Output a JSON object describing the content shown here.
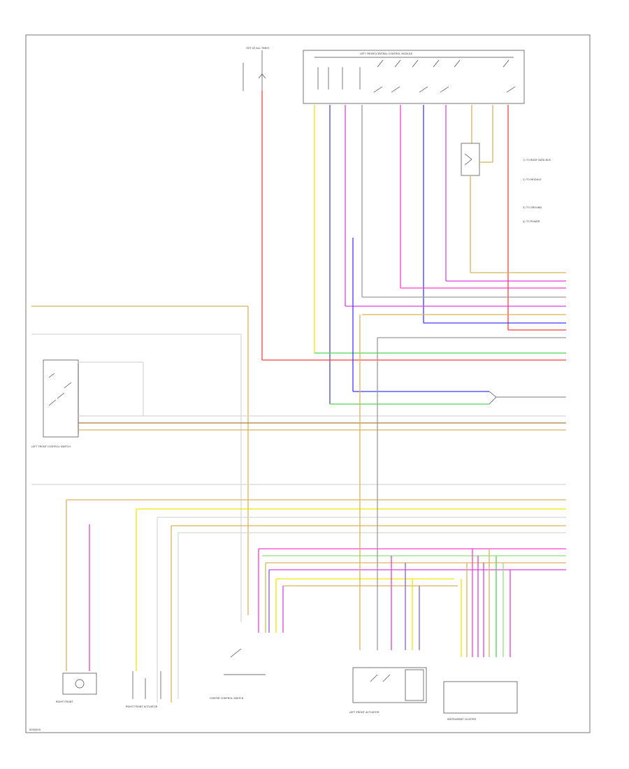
{
  "diagram": {
    "colors": {
      "yellow": "#f2e600",
      "orange_tan": "#d9b35a",
      "red": "#ff3b3b",
      "pink": "#ff3bd4",
      "magenta": "#e03ee0",
      "blue": "#3b3bff",
      "navy": "#4a4ad8",
      "green": "#4cd64c",
      "lightgreen": "#8ee07a",
      "purple": "#8a5cd6",
      "gray": "#9a9a9a",
      "black": "#444444",
      "white": "#d8d8d8",
      "brown": "#a67c3c"
    },
    "components": {
      "main_module": "LEFT FRONT/CENTRAL CONTROL MODULE",
      "top_fuse_label": "HOT AT ALL TIMES",
      "left_switch": "LEFT FRONT CONTROL SWITCH",
      "right_lamp": "RIGHT FRONT",
      "right_actuator": "RIGHT FRONT ACTUATOR",
      "center_switch": "CENTER CONTROL SWITCH",
      "center_actuator": "LEFT FRONT ACTUATOR",
      "right_module": "INSTRUMENT CLUSTER",
      "bottom_left_note": "0000000"
    },
    "legend": [
      "1) TO BODY DATA BUS",
      "2) TO MODULE",
      "3) TO GROUND",
      "4) TO POWER"
    ]
  }
}
